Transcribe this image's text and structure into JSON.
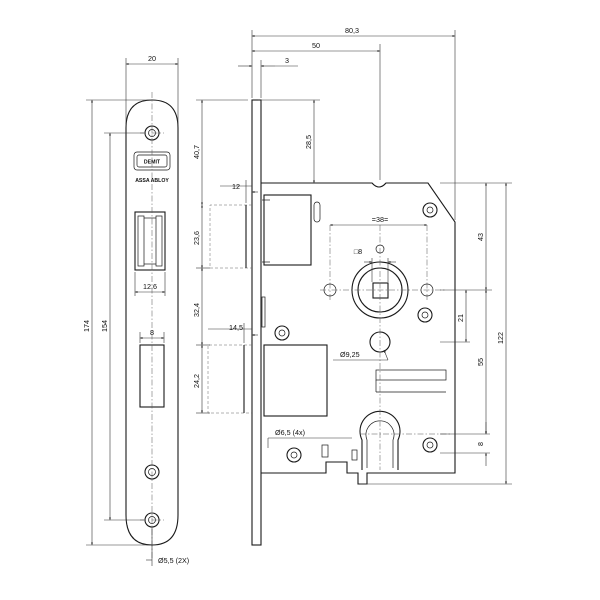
{
  "dimensions": {
    "faceplate_width": "20",
    "faceplate_height_outer": "174",
    "faceplate_height_inner": "154",
    "latch_window_width": "12.6",
    "bolt_window_width": "8",
    "faceplate_screw": "Ø5,5 (2X)",
    "overall_width": "80,3",
    "backset": "50",
    "plate_offset": "3",
    "follower_from_top": "28,5",
    "top_to_follower_center": "40,7",
    "latch_projection": "12",
    "latch_height": "23,6",
    "latch_to_bolt": "32,4",
    "bolt_projection": "14,5",
    "bolt_height": "24,2",
    "follower_spread": "=38=",
    "spindle_square": "□8",
    "fixing_hole_dia": "Ø9,25",
    "mounting_holes": "Ø6,5 (4x)",
    "dim_43": "43",
    "dim_21": "21",
    "dim_55": "55",
    "dim_8": "8",
    "dim_122": "122"
  },
  "branding": {
    "logo_text": "DEMIT",
    "company": "ASSA ABLOY"
  }
}
